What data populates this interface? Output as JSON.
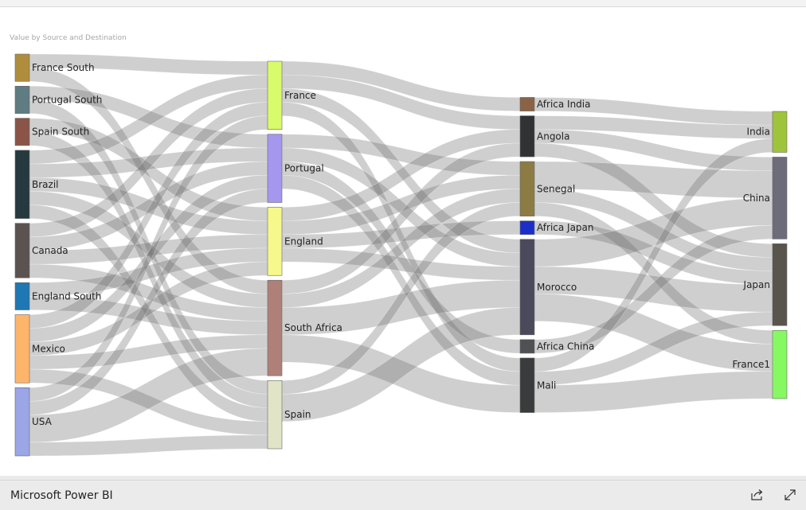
{
  "app": {
    "brand": "Microsoft Power BI",
    "share_icon": "share-icon",
    "expand_icon": "expand-icon"
  },
  "visual": {
    "title": "Value by Source and Destination"
  },
  "chart_data": {
    "type": "sankey",
    "columns": [
      [
        "France South",
        "Portugal South",
        "Spain South",
        "Brazil",
        "Canada",
        "England South",
        "Mexico",
        "USA"
      ],
      [
        "France",
        "Portugal",
        "England",
        "South Africa",
        "Spain"
      ],
      [
        "Africa India",
        "Angola",
        "Senegal",
        "Africa Japan",
        "Morocco",
        "Africa China",
        "Mali"
      ],
      [
        "India",
        "China",
        "Japan",
        "France1"
      ]
    ],
    "nodes": [
      {
        "name": "France South",
        "color": "#b08d3c"
      },
      {
        "name": "Portugal South",
        "color": "#5f7c82"
      },
      {
        "name": "Spain South",
        "color": "#8a5548"
      },
      {
        "name": "Brazil",
        "color": "#25393f"
      },
      {
        "name": "Canada",
        "color": "#5b5350"
      },
      {
        "name": "England South",
        "color": "#1f78b4"
      },
      {
        "name": "Mexico",
        "color": "#fdb56c"
      },
      {
        "name": "USA",
        "color": "#9aa6e6"
      },
      {
        "name": "France",
        "color": "#d8fb6b"
      },
      {
        "name": "Portugal",
        "color": "#a596ee"
      },
      {
        "name": "England",
        "color": "#f6f88b"
      },
      {
        "name": "South Africa",
        "color": "#ae8078"
      },
      {
        "name": "Spain",
        "color": "#e1e4c6"
      },
      {
        "name": "Africa India",
        "color": "#8a6346"
      },
      {
        "name": "Angola",
        "color": "#313236"
      },
      {
        "name": "Senegal",
        "color": "#8c7c44"
      },
      {
        "name": "Africa Japan",
        "color": "#1b2fc8"
      },
      {
        "name": "Morocco",
        "color": "#4b4a5c"
      },
      {
        "name": "Africa China",
        "color": "#4f5155"
      },
      {
        "name": "Mali",
        "color": "#3a3b3c"
      },
      {
        "name": "India",
        "color": "#9ec43c"
      },
      {
        "name": "China",
        "color": "#6d6c7b"
      },
      {
        "name": "Japan",
        "color": "#59544c"
      },
      {
        "name": "France1",
        "color": "#86f962"
      }
    ],
    "links": [
      {
        "source": "France South",
        "target": "France",
        "value": 1
      },
      {
        "source": "France South",
        "target": "South Africa",
        "value": 1
      },
      {
        "source": "Portugal South",
        "target": "Portugal",
        "value": 1
      },
      {
        "source": "Portugal South",
        "target": "Spain",
        "value": 1
      },
      {
        "source": "Spain South",
        "target": "Spain",
        "value": 1
      },
      {
        "source": "Spain South",
        "target": "England",
        "value": 1
      },
      {
        "source": "Brazil",
        "target": "France",
        "value": 1
      },
      {
        "source": "Brazil",
        "target": "Portugal",
        "value": 1
      },
      {
        "source": "Brazil",
        "target": "England",
        "value": 1
      },
      {
        "source": "Brazil",
        "target": "South Africa",
        "value": 1
      },
      {
        "source": "Brazil",
        "target": "Spain",
        "value": 1
      },
      {
        "source": "Canada",
        "target": "France",
        "value": 1
      },
      {
        "source": "Canada",
        "target": "Portugal",
        "value": 1
      },
      {
        "source": "Canada",
        "target": "England",
        "value": 1
      },
      {
        "source": "Canada",
        "target": "South Africa",
        "value": 1
      },
      {
        "source": "England South",
        "target": "England",
        "value": 1
      },
      {
        "source": "England South",
        "target": "South Africa",
        "value": 1
      },
      {
        "source": "Mexico",
        "target": "France",
        "value": 1
      },
      {
        "source": "Mexico",
        "target": "Portugal",
        "value": 1
      },
      {
        "source": "Mexico",
        "target": "England",
        "value": 1
      },
      {
        "source": "Mexico",
        "target": "South Africa",
        "value": 1
      },
      {
        "source": "Mexico",
        "target": "Spain",
        "value": 1
      },
      {
        "source": "USA",
        "target": "France",
        "value": 1
      },
      {
        "source": "USA",
        "target": "Portugal",
        "value": 1
      },
      {
        "source": "USA",
        "target": "South Africa",
        "value": 2
      },
      {
        "source": "USA",
        "target": "Spain",
        "value": 1
      },
      {
        "source": "France",
        "target": "Africa India",
        "value": 1
      },
      {
        "source": "France",
        "target": "Angola",
        "value": 1
      },
      {
        "source": "France",
        "target": "Morocco",
        "value": 1
      },
      {
        "source": "France",
        "target": "Mali",
        "value": 1
      },
      {
        "source": "Portugal",
        "target": "Senegal",
        "value": 1
      },
      {
        "source": "Portugal",
        "target": "Morocco",
        "value": 1
      },
      {
        "source": "Portugal",
        "target": "Africa China",
        "value": 1
      },
      {
        "source": "Portugal",
        "target": "Mali",
        "value": 1
      },
      {
        "source": "England",
        "target": "Angola",
        "value": 1
      },
      {
        "source": "England",
        "target": "Senegal",
        "value": 1
      },
      {
        "source": "England",
        "target": "Africa Japan",
        "value": 1
      },
      {
        "source": "England",
        "target": "Morocco",
        "value": 1
      },
      {
        "source": "South Africa",
        "target": "Angola",
        "value": 1
      },
      {
        "source": "South Africa",
        "target": "Senegal",
        "value": 1
      },
      {
        "source": "South Africa",
        "target": "Morocco",
        "value": 2
      },
      {
        "source": "South Africa",
        "target": "Mali",
        "value": 2
      },
      {
        "source": "Spain",
        "target": "Senegal",
        "value": 1
      },
      {
        "source": "Spain",
        "target": "Morocco",
        "value": 2
      },
      {
        "source": "Africa India",
        "target": "India",
        "value": 1
      },
      {
        "source": "Angola",
        "target": "China",
        "value": 1
      },
      {
        "source": "Angola",
        "target": "Japan",
        "value": 1
      },
      {
        "source": "Angola",
        "target": "India",
        "value": 1
      },
      {
        "source": "Senegal",
        "target": "China",
        "value": 2
      },
      {
        "source": "Senegal",
        "target": "Japan",
        "value": 1
      },
      {
        "source": "Senegal",
        "target": "France1",
        "value": 1
      },
      {
        "source": "Africa Japan",
        "target": "Japan",
        "value": 1
      },
      {
        "source": "Morocco",
        "target": "China",
        "value": 2
      },
      {
        "source": "Morocco",
        "target": "Japan",
        "value": 2
      },
      {
        "source": "Morocco",
        "target": "France1",
        "value": 2
      },
      {
        "source": "Africa China",
        "target": "China",
        "value": 1
      },
      {
        "source": "Mali",
        "target": "India",
        "value": 1
      },
      {
        "source": "Mali",
        "target": "Japan",
        "value": 1
      },
      {
        "source": "Mali",
        "target": "France1",
        "value": 2
      }
    ]
  }
}
